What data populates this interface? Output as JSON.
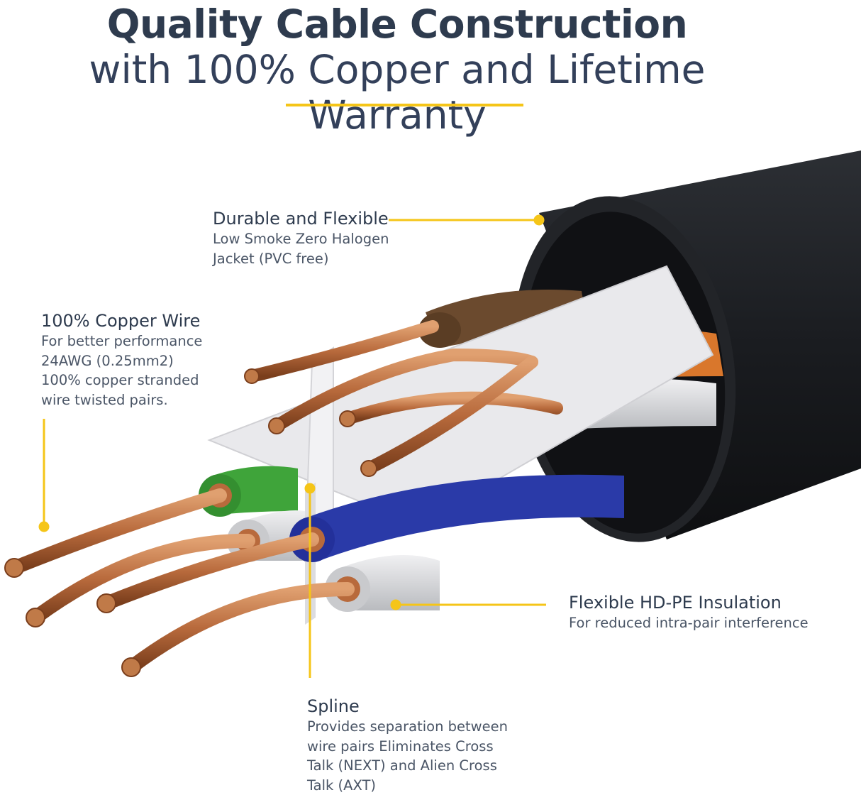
{
  "header": {
    "title_line1": "Quality Cable Construction",
    "title_line2": "with 100% Copper and Lifetime Warranty"
  },
  "callouts": {
    "jacket": {
      "heading": "Durable and Flexible",
      "body": "Low Smoke Zero Halogen\nJacket (PVC free)"
    },
    "copper": {
      "heading": "100% Copper Wire",
      "body": "For better performance\n24AWG (0.25mm2)\n100% copper stranded\nwire twisted pairs."
    },
    "insulation": {
      "heading": "Flexible HD-PE Insulation",
      "body": "For reduced intra-pair interference"
    },
    "spline": {
      "heading": "Spline",
      "body": "Provides separation between\nwire pairs Eliminates Cross\nTalk (NEXT) and Alien Cross\nTalk (AXT)"
    }
  },
  "colors": {
    "accent": "#f5c518",
    "title": "#2e3b4e",
    "jacket": "#1e2024",
    "copper": "#b86a3c",
    "orange_insulation": "#d9772c",
    "brown_insulation": "#6b4a2e",
    "green_insulation": "#3fa43a",
    "blue_insulation": "#2a3aa8",
    "white_insulation": "#d9dadc",
    "spline": "#e9e9ec"
  }
}
